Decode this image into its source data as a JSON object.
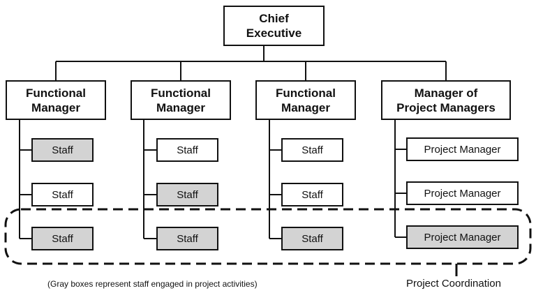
{
  "ceo": {
    "label": "Chief\nExecutive"
  },
  "columns": [
    {
      "header": "Functional\nManager",
      "items": [
        {
          "label": "Staff",
          "gray": true
        },
        {
          "label": "Staff",
          "gray": false
        },
        {
          "label": "Staff",
          "gray": true
        }
      ]
    },
    {
      "header": "Functional\nManager",
      "items": [
        {
          "label": "Staff",
          "gray": false
        },
        {
          "label": "Staff",
          "gray": true
        },
        {
          "label": "Staff",
          "gray": true
        }
      ]
    },
    {
      "header": "Functional\nManager",
      "items": [
        {
          "label": "Staff",
          "gray": false
        },
        {
          "label": "Staff",
          "gray": false
        },
        {
          "label": "Staff",
          "gray": true
        }
      ]
    },
    {
      "header": "Manager of\nProject Managers",
      "items": [
        {
          "label": "Project Manager",
          "gray": false
        },
        {
          "label": "Project Manager",
          "gray": false
        },
        {
          "label": "Project Manager",
          "gray": true
        }
      ]
    }
  ],
  "footnote": "(Gray boxes represent staff engaged in project activities)",
  "coordination_label": "Project Coordination",
  "colors": {
    "gray_fill": "#d3d3d3",
    "line": "#111111"
  }
}
